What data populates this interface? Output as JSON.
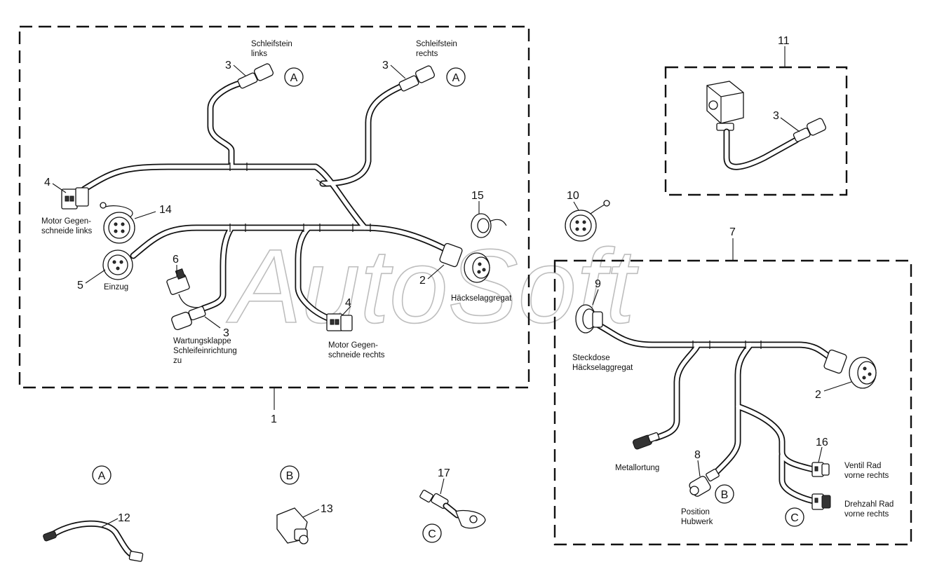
{
  "watermark": "AutoSoft",
  "labels": {
    "l_schleifstein_links_1": "Schleifstein",
    "l_schleifstein_links_2": "links",
    "l_schleifstein_rechts_1": "Schleifstein",
    "l_schleifstein_rechts_2": "rechts",
    "l_motor_links_1": "Motor Gegen-",
    "l_motor_links_2": "schneide links",
    "l_einzug": "Einzug",
    "l_wartung_1": "Wartungsklappe",
    "l_wartung_2": "Schleifeinrichtung",
    "l_wartung_3": "zu",
    "l_motor_rechts_1": "Motor Gegen-",
    "l_motor_rechts_2": "schneide rechts",
    "l_haeckselaggregat": "Häckselaggregat",
    "l_steckdose_1": "Steckdose",
    "l_steckdose_2": "Häckselaggregat",
    "l_metallortung": "Metallortung",
    "l_position_1": "Position",
    "l_position_2": "Hubwerk",
    "l_ventil_1": "Ventil Rad",
    "l_ventil_2": "vorne rechts",
    "l_drehzahl_1": "Drehzahl Rad",
    "l_drehzahl_2": "vorne rechts"
  },
  "callouts": {
    "n1": "1",
    "n2a": "2",
    "n2b": "2",
    "n3a": "3",
    "n3b": "3",
    "n3c": "3",
    "n3d": "3",
    "n4a": "4",
    "n4b": "4",
    "n5": "5",
    "n6": "6",
    "n7": "7",
    "n8": "8",
    "n9": "9",
    "n10": "10",
    "n11": "11",
    "n12": "12",
    "n13": "13",
    "n14": "14",
    "n15": "15",
    "n16": "16",
    "n17": "17"
  },
  "refs": {
    "ra1": "A",
    "ra2": "A",
    "ra3": "A",
    "rb1": "B",
    "rb2": "B",
    "rc1": "C",
    "rc2": "C"
  }
}
